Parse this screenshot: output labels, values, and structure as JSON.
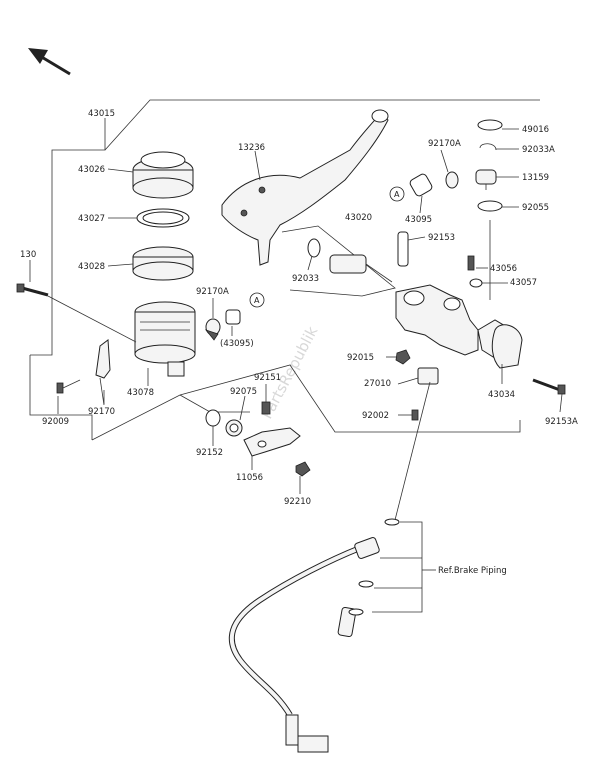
{
  "labels": {
    "l43015": "43015",
    "l43026": "43026",
    "l43027": "43027",
    "l43028": "43028",
    "l130": "130",
    "l43078": "43078",
    "l92170": "92170",
    "l92009": "92009",
    "l92170A": "92170A",
    "l43095p": "(43095)",
    "l13236": "13236",
    "l43020": "43020",
    "l92033": "92033",
    "l92170A_r": "92170A",
    "l43095": "43095",
    "l92153": "92153",
    "l49016": "49016",
    "l92033A": "92033A",
    "l13159": "13159",
    "l92055": "92055",
    "l43056": "43056",
    "l43057": "43057",
    "l92015": "92015",
    "l27010": "27010",
    "l92002": "92002",
    "l43034": "43034",
    "l92153A": "92153A",
    "l92075": "92075",
    "l92151": "92151",
    "l92152": "92152",
    "l11056": "11056",
    "l92210": "92210",
    "ref_brake_piping": "Ref.Brake Piping",
    "callout_a1": "A",
    "callout_a2": "A"
  },
  "watermark": "PartsRepublik",
  "icons": {
    "direction": "arrow-up-left-icon"
  }
}
